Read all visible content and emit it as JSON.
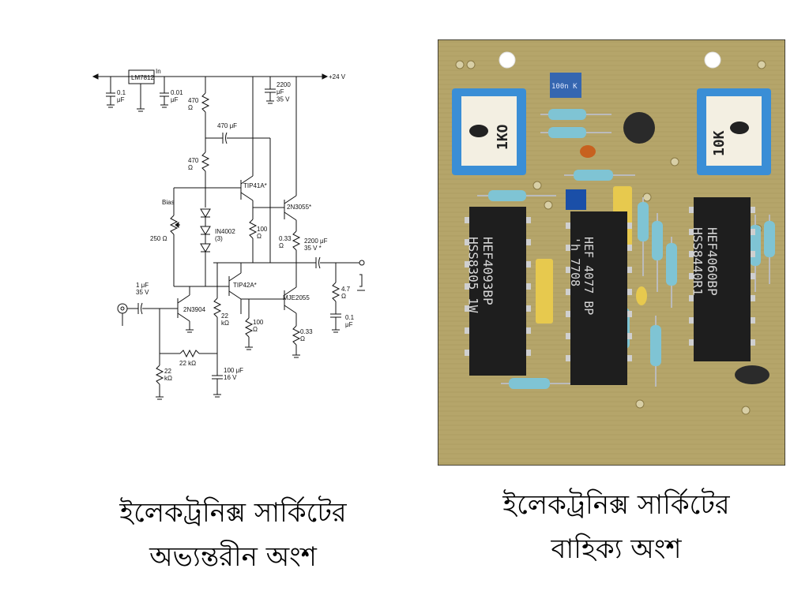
{
  "schematic": {
    "labels": {
      "regulator": "LM7812",
      "in": "In",
      "supply": "+24 V",
      "c1": "0.1\nμF",
      "c2": "0.01\nμF",
      "r470a": "470\nΩ",
      "cap470": "470 μF",
      "r470b": "470\nΩ",
      "c2200top": "2200\nμF\n35 V",
      "tip41": "TIP41A*",
      "bias": "Bias",
      "diodes": "IN4002\n(3)",
      "pot": "250 Ω",
      "r100a": "100\nΩ",
      "q2n3055": "2N3055*",
      "r033a": "0.33\nΩ",
      "c2200out": "2200 μF\n35 V *",
      "tip42": "TIP42A*",
      "c1in": "1 μF\n35 V",
      "q2n3904": "2N3904",
      "r22a": "22\nkΩ",
      "r100b": "100\nΩ",
      "mje": "MJE2055",
      "r47": "4.7\nΩ",
      "c01": "0.1\nμF",
      "r033b": "0.33\nΩ",
      "r22k": "22 kΩ",
      "r22b": "22\nkΩ",
      "c100": "100 μF\n16 V"
    }
  },
  "pcb": {
    "pot_left": "1KO",
    "pot_right": "10K",
    "cap_label": "100n K",
    "ic1": "HEF4093BP\nHSS8305 1W",
    "ic2": "HEF 4077 BP\n'h   7708",
    "ic3": "HEF4060BP\nHSS8440R1"
  },
  "captions": {
    "left_line1": "ইলেকট্রনিক্স সার্কিটের",
    "left_line2": "অভ্যন্তরীন অংশ",
    "right_line1": "ইলেকট্রনিক্স সার্কিটের",
    "right_line2": "বাহিক্য অংশ"
  },
  "colors": {
    "pcb_board": "#b5a56a",
    "pot_body": "#3a8ed6",
    "ic_body": "#1e1e1e",
    "resistor_body": "#7fc4d4"
  }
}
